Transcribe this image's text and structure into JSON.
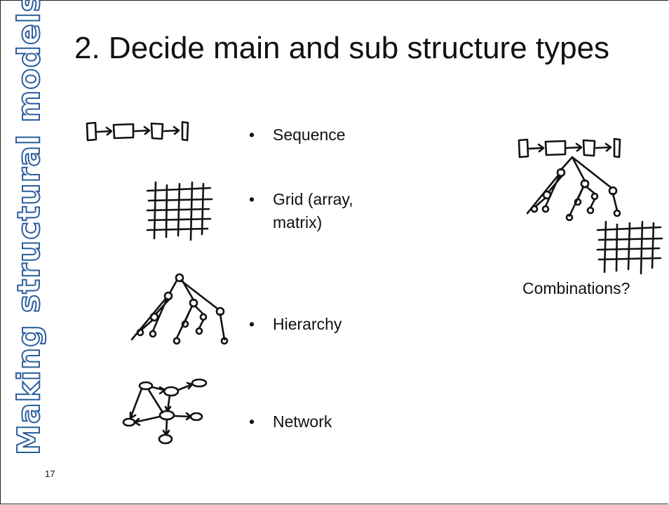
{
  "slide": {
    "side_title": "Making structural models",
    "title": "2. Decide main and sub structure types",
    "bullets": [
      {
        "symbol": "•",
        "text_lines": [
          "Sequence"
        ]
      },
      {
        "symbol": "•",
        "text_lines": [
          "Grid (array,",
          "matrix)"
        ]
      },
      {
        "symbol": "•",
        "text_lines": [
          "Hierarchy"
        ]
      },
      {
        "symbol": "•",
        "text_lines": [
          "Network"
        ]
      }
    ],
    "combinations_label": "Combinations?",
    "page_number": "17"
  },
  "colors": {
    "text": "#111111",
    "side_title_outline": "#2a5d9c",
    "background": "#ffffff"
  },
  "icons": [
    "sequence-sketch-icon",
    "grid-sketch-icon",
    "hierarchy-sketch-icon",
    "network-sketch-icon"
  ]
}
